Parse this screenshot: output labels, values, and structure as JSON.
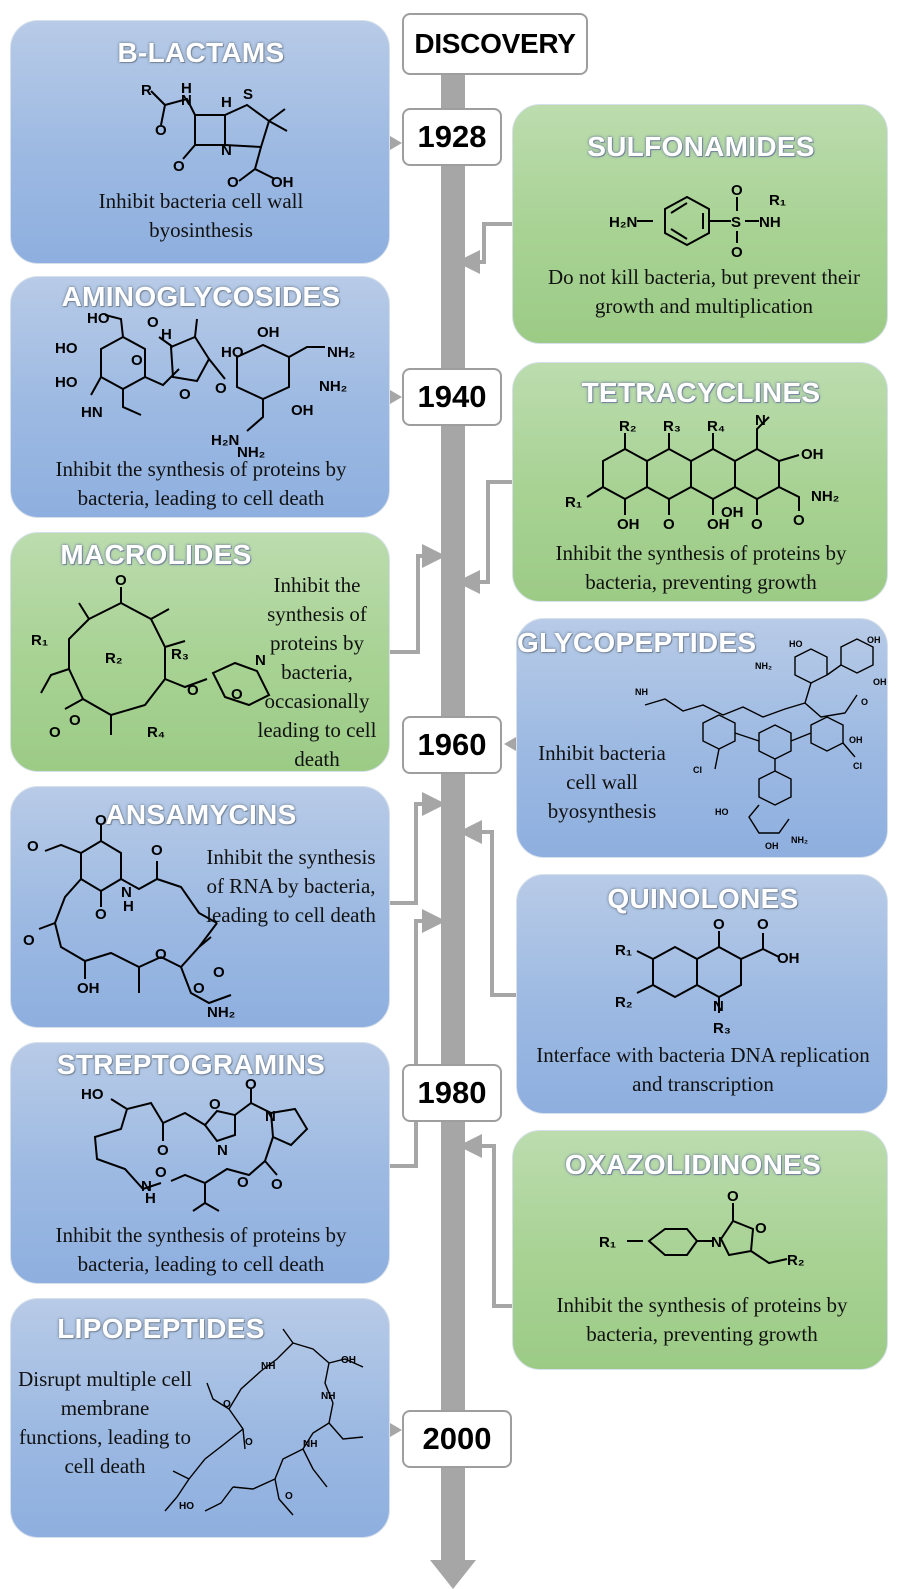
{
  "header": {
    "label": "DISCOVERY"
  },
  "years": [
    "1928",
    "1940",
    "1960",
    "1980",
    "2000"
  ],
  "classes": [
    {
      "key": "b_lactams",
      "title": "B-LACTAMS",
      "description": "Inhibit bacteria cell wall byosinthesis",
      "color": "blue"
    },
    {
      "key": "sulfonamides",
      "title": "SULFONAMIDES",
      "description": "Do not kill bacteria, but prevent their growth and multiplication",
      "color": "green"
    },
    {
      "key": "aminoglycosides",
      "title": "AMINOGLYCOSIDES",
      "description": "Inhibit the synthesis of proteins by bacteria, leading to cell death",
      "color": "blue"
    },
    {
      "key": "tetracyclines",
      "title": "TETRACYCLINES",
      "description": "Inhibit the synthesis of proteins by bacteria, preventing growth",
      "color": "green"
    },
    {
      "key": "macrolides",
      "title": "MACROLIDES",
      "description": "Inhibit the synthesis of proteins by bacteria, occasionally leading to cell death",
      "color": "green"
    },
    {
      "key": "glycopeptides",
      "title": "GLYCOPEPTIDES",
      "description": "Inhibit bacteria cell wall byosynthesis",
      "color": "blue"
    },
    {
      "key": "ansamycins",
      "title": "ANSAMYCINS",
      "description": "Inhibit the synthesis of RNA by bacteria, leading to cell death",
      "color": "blue"
    },
    {
      "key": "quinolones",
      "title": "QUINOLONES",
      "description": "Interface with bacteria DNA replication and transcription",
      "color": "blue"
    },
    {
      "key": "streptogramins",
      "title": "STREPTOGRAMINS",
      "description": "Inhibit the synthesis of proteins by bacteria, leading to cell death",
      "color": "blue"
    },
    {
      "key": "oxazolidinones",
      "title": "OXAZOLIDINONES",
      "description": "Inhibit the synthesis of proteins by bacteria, preventing growth",
      "color": "green"
    },
    {
      "key": "lipopeptides",
      "title": "LIPOPEPTIDES",
      "description": "Disrupt multiple cell membrane functions, leading to cell death",
      "color": "blue"
    }
  ],
  "colors": {
    "blue_card": "#9cb9e2",
    "green_card": "#a7d293",
    "timeline": "#a6a6a6",
    "title_text": "#ffffff"
  }
}
